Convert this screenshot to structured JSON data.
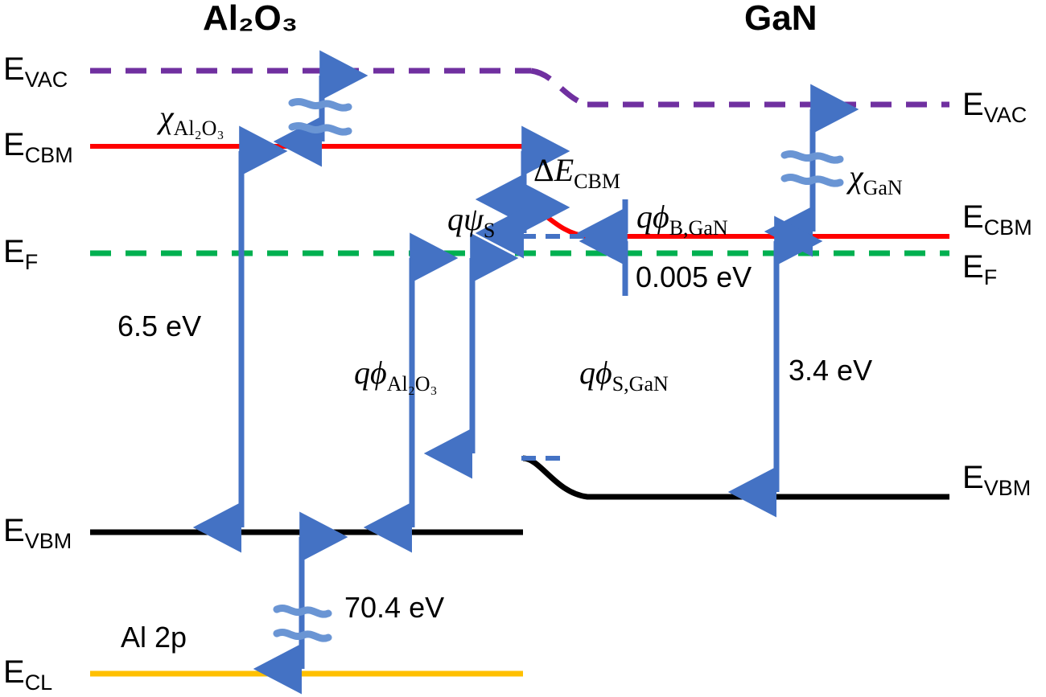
{
  "diagram": {
    "type": "band-diagram",
    "description": "Energy band alignment diagram of Al2O3 on GaN heterojunction",
    "titles": {
      "left_material": "Al₂O₃",
      "right_material": "GaN"
    },
    "colors": {
      "vacuum_level": "#7030A0",
      "conduction_band": "#FF0000",
      "fermi_level": "#00B050",
      "valence_band": "#000000",
      "core_level": "#FFC000",
      "arrow": "#4472C4",
      "text": "#000000",
      "background": "#FFFFFF"
    },
    "left_axis_labels": [
      {
        "id": "evac-left",
        "text": "E",
        "sub": "VAC"
      },
      {
        "id": "ecbm-left",
        "text": "E",
        "sub": "CBM"
      },
      {
        "id": "ef-left",
        "text": "E",
        "sub": "F"
      },
      {
        "id": "evbm-left",
        "text": "E",
        "sub": "VBM"
      },
      {
        "id": "ecl-left",
        "text": "E",
        "sub": "CL"
      }
    ],
    "right_axis_labels": [
      {
        "id": "evac-right",
        "text": "E",
        "sub": "VAC"
      },
      {
        "id": "ecbm-right",
        "text": "E",
        "sub": "CBM"
      },
      {
        "id": "ef-right",
        "text": "E",
        "sub": "F"
      },
      {
        "id": "evbm-right",
        "text": "E",
        "sub": "VBM"
      }
    ],
    "level_lines": [
      {
        "name": "E_VAC Al2O3",
        "style": "dashed",
        "color": "#7030A0"
      },
      {
        "name": "E_VAC GaN",
        "style": "dashed",
        "color": "#7030A0"
      },
      {
        "name": "E_CBM Al2O3",
        "style": "solid",
        "color": "#FF0000"
      },
      {
        "name": "E_CBM GaN",
        "style": "solid",
        "color": "#FF0000"
      },
      {
        "name": "E_F",
        "style": "dashed",
        "color": "#00B050"
      },
      {
        "name": "E_VBM Al2O3",
        "style": "solid",
        "color": "#000000"
      },
      {
        "name": "E_VBM GaN",
        "style": "solid",
        "color": "#000000"
      },
      {
        "name": "E_CL Al 2p",
        "style": "solid",
        "color": "#FFC000"
      }
    ],
    "annotations": {
      "chi_al2o3": {
        "base": "χ",
        "sub": "Al₂O₃",
        "meaning": "electron affinity of Al2O3",
        "break": true
      },
      "chi_gan": {
        "base": "χ",
        "sub": "GaN",
        "meaning": "electron affinity of GaN",
        "break": true
      },
      "delta_ecbm": {
        "base": "ΔE",
        "sub": "CBM",
        "meaning": "conduction band offset"
      },
      "q_psi_s": {
        "base": "qψ",
        "sub": "S",
        "meaning": "surface band bending potential"
      },
      "q_phi_b_gan": {
        "base": "qϕ",
        "sub": "B,GaN",
        "meaning": "barrier height at GaN"
      },
      "q_phi_al2o3": {
        "base": "qϕ",
        "sub": "Al₂O₃",
        "meaning": "work function of Al2O3"
      },
      "q_phi_s_gan": {
        "base": "qϕ",
        "sub": "S,GaN",
        "meaning": "surface work function of GaN"
      },
      "core_level_name": "Al 2p"
    },
    "values": [
      {
        "id": "bandgap-al2o3",
        "label": "6.5 eV",
        "quantity": 6.5,
        "unit": "eV",
        "meaning": "Al2O3 band gap"
      },
      {
        "id": "ef-to-cbm-gan",
        "label": "0.005 eV",
        "quantity": 0.005,
        "unit": "eV",
        "meaning": "E_CBM - E_F in GaN"
      },
      {
        "id": "bandgap-gan",
        "label": "3.4 eV",
        "quantity": 3.4,
        "unit": "eV",
        "meaning": "GaN band gap"
      },
      {
        "id": "vbm-to-cl",
        "label": "70.4 eV",
        "quantity": 70.4,
        "unit": "eV",
        "meaning": "E_VBM - Al 2p core level separation"
      }
    ]
  }
}
